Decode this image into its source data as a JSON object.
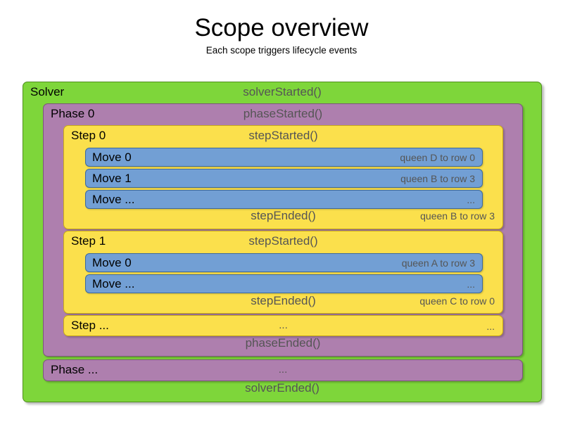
{
  "heading": {
    "title": "Scope overview",
    "subtitle": "Each scope triggers lifecycle events"
  },
  "colors": {
    "solver": "#7ed63a",
    "phase": "#ae7fae",
    "step": "#fbe04c",
    "move": "#729fd4",
    "event_text": "#555555",
    "label_text": "#000000",
    "background": "#ffffff"
  },
  "solver": {
    "label": "Solver",
    "started_event": "solverStarted()",
    "ended_event": "solverEnded()",
    "phases": [
      {
        "label": "Phase 0",
        "started_event": "phaseStarted()",
        "ended_event": "phaseEnded()",
        "steps": [
          {
            "label": "Step 0",
            "started_event": "stepStarted()",
            "ended_event": "stepEnded()",
            "ended_detail": "queen B to row 3",
            "moves": [
              {
                "label": "Move 0",
                "detail": "queen D to row 0"
              },
              {
                "label": "Move 1",
                "detail": "queen B to row 3"
              },
              {
                "label": "Move ...",
                "detail": "..."
              }
            ]
          },
          {
            "label": "Step 1",
            "started_event": "stepStarted()",
            "ended_event": "stepEnded()",
            "ended_detail": "queen C to row 0",
            "moves": [
              {
                "label": "Move 0",
                "detail": "queen A to row 3"
              },
              {
                "label": "Move ...",
                "detail": "..."
              }
            ]
          },
          {
            "label": "Step ...",
            "started_event": "...",
            "ended_event": "",
            "ended_detail": "...",
            "moves": []
          }
        ]
      },
      {
        "label": "Phase ...",
        "started_event": "...",
        "ended_event": "",
        "steps": []
      }
    ]
  }
}
